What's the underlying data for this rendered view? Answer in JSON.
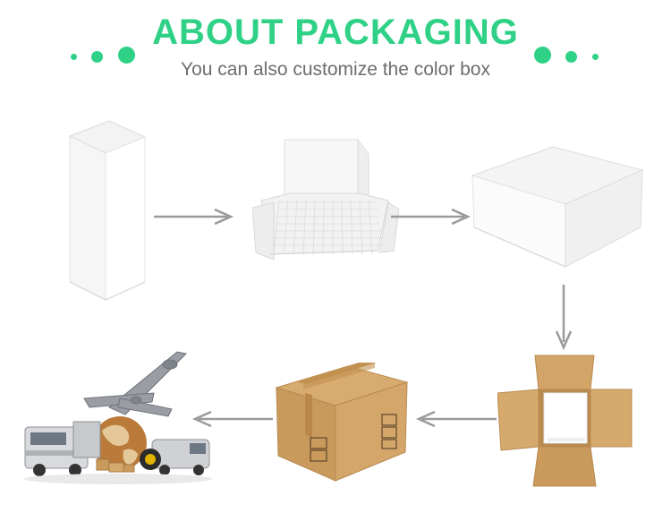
{
  "header": {
    "title": "ABOUT PACKAGING",
    "subtitle": "You can also customize the color box"
  },
  "colors": {
    "accent": "#2fd186",
    "subtitle": "#6d6d6d",
    "arrow": "#9a9a9a",
    "cardboard": "#c9995b"
  },
  "steps": [
    {
      "name": "tall-white-box",
      "icon": "white-tall-box-image"
    },
    {
      "name": "open-white-box-with-grid",
      "icon": "open-grid-box-image"
    },
    {
      "name": "white-square-box",
      "icon": "white-square-box-image"
    },
    {
      "name": "open-cardboard-box",
      "icon": "open-carton-image"
    },
    {
      "name": "closed-cardboard-box",
      "icon": "closed-carton-image"
    },
    {
      "name": "global-shipping",
      "icon": "shipping-logistics-image"
    }
  ]
}
